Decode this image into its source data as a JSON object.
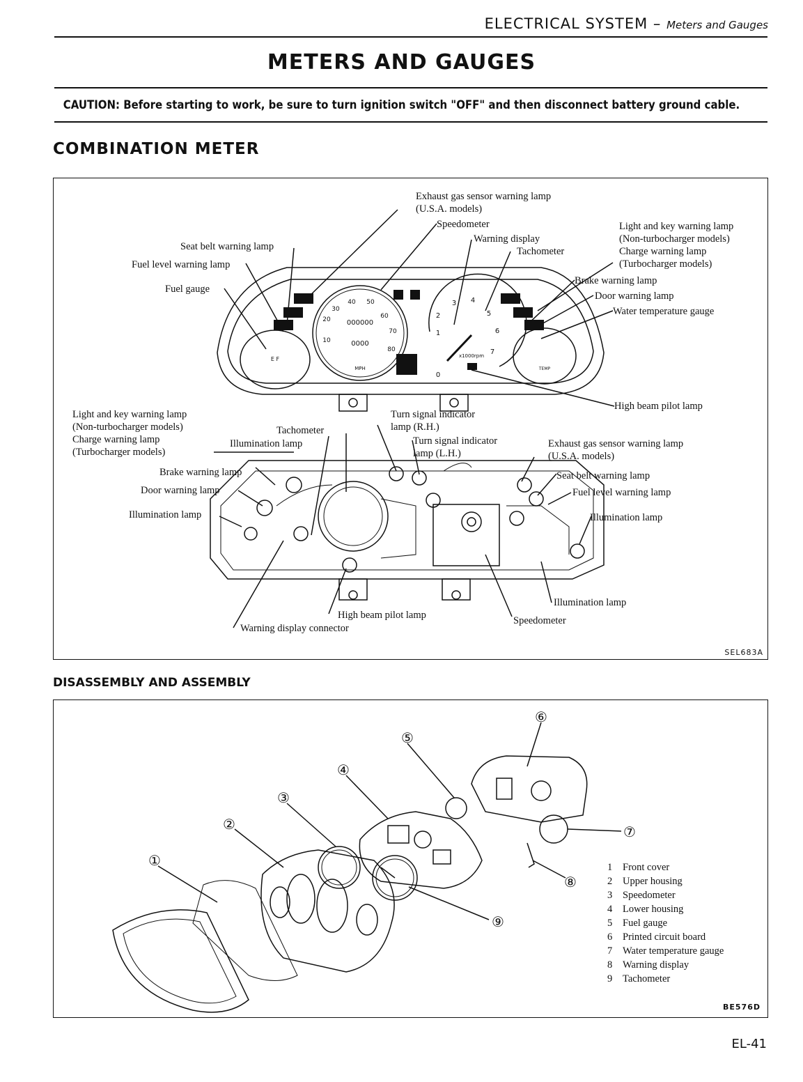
{
  "header": {
    "main": "ELECTRICAL SYSTEM",
    "sep": " – ",
    "sub": "Meters and Gauges"
  },
  "title": "METERS AND GAUGES",
  "caution": "CAUTION:  Before starting to work, be sure to turn ignition switch \"OFF\" and then disconnect battery ground cable.",
  "section1": {
    "heading": "COMBINATION METER",
    "code": "SEL683A",
    "front_labels": {
      "exhaust": [
        "Exhaust gas sensor warning lamp",
        "(U.S.A. models)"
      ],
      "speedometer": "Speedometer",
      "warning_display": "Warning display",
      "tachometer": "Tachometer",
      "seat_belt": "Seat belt warning lamp",
      "fuel_level": "Fuel level warning lamp",
      "fuel_gauge": "Fuel gauge",
      "light_key_r": [
        "Light and key warning lamp",
        "(Non-turbocharger models)",
        "Charge warning lamp",
        "(Turbocharger models)"
      ],
      "brake": "Brake warning lamp",
      "door": "Door warning lamp",
      "water": "Water temperature gauge",
      "high_beam": "High beam pilot lamp"
    },
    "gauge_marks": {
      "speedo_nums": [
        "10",
        "20",
        "30",
        "40",
        "50",
        "60",
        "70",
        "80"
      ],
      "odometer": "000000",
      "trip": "0000",
      "speedo_unit": "MPH",
      "tacho_nums": [
        "1",
        "2",
        "3",
        "4",
        "5",
        "6",
        "7"
      ],
      "tacho_unit": "x1000rpm",
      "tacho_zero": "0",
      "fuel_mark": "E F",
      "temp_mark": "TEMP"
    },
    "rear_labels": {
      "light_key_l": [
        "Light and key warning lamp",
        "(Non-turbocharger models)",
        "Charge warning lamp",
        "(Turbocharger models)"
      ],
      "tachometer": "Tachometer",
      "illum1": "Illumination lamp",
      "turn_rh": [
        "Turn signal indicator",
        "lamp (R.H.)"
      ],
      "turn_lh": [
        "Turn signal indicator",
        "lamp (L.H.)"
      ],
      "exhaust": [
        "Exhaust gas sensor warning lamp",
        "(U.S.A. models)"
      ],
      "brake": "Brake warning lamp",
      "door": "Door warning lamp",
      "illum_left": "Illumination lamp",
      "seat_belt": "Seat belt warning lamp",
      "fuel_level": "Fuel level warning lamp",
      "illum_right": "Illumination lamp",
      "illum_bottom": "Illumination lamp",
      "high_beam": "High beam pilot lamp",
      "connector": "Warning display connector",
      "speedometer": "Speedometer"
    }
  },
  "section2": {
    "heading": "DISASSEMBLY AND ASSEMBLY",
    "code": "BE576D",
    "callouts": [
      "①",
      "②",
      "③",
      "④",
      "⑤",
      "⑥",
      "⑦",
      "⑧",
      "⑨"
    ],
    "parts": [
      {
        "no": "1",
        "name": "Front cover"
      },
      {
        "no": "2",
        "name": "Upper housing"
      },
      {
        "no": "3",
        "name": "Speedometer"
      },
      {
        "no": "4",
        "name": "Lower housing"
      },
      {
        "no": "5",
        "name": "Fuel gauge"
      },
      {
        "no": "6",
        "name": "Printed circuit board"
      },
      {
        "no": "7",
        "name": "Water temperature gauge"
      },
      {
        "no": "8",
        "name": "Warning display"
      },
      {
        "no": "9",
        "name": "Tachometer"
      }
    ]
  },
  "page_number": "EL-41"
}
